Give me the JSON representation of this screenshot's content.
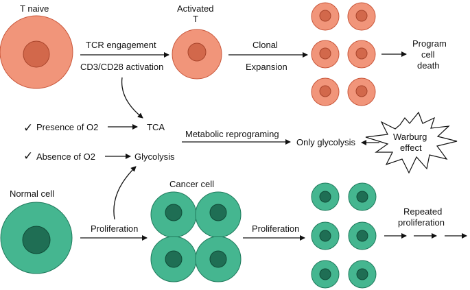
{
  "colors": {
    "t_cell_outer": "#f1957a",
    "t_cell_outer_stroke": "#c9573b",
    "t_cell_nucleus": "#d2684b",
    "t_cell_nucleus_stroke": "#a8442b",
    "cancer_outer": "#45b690",
    "cancer_outer_stroke": "#1f7a5c",
    "cancer_nucleus": "#1f6e54",
    "cancer_nucleus_stroke": "#0f4b37",
    "arrow": "#111111"
  },
  "labels": {
    "t_naive": "T naive",
    "activated_t_line1": "Activated",
    "activated_t_line2": "T",
    "tcr_engagement": "TCR engagement",
    "cd3_cd28": "CD3/CD28 activation",
    "clonal": "Clonal",
    "expansion": "Expansion",
    "program_line1": "Program",
    "program_line2": "cell",
    "program_line3": "death",
    "presence_o2": "Presence of O2",
    "absence_o2": "Absence of O2",
    "tca": "TCA",
    "glycolysis": "Glycolysis",
    "metabolic_reprograming": "Metabolic reprograming",
    "only_glycolysis": "Only glycolysis",
    "warburg_line1": "Warburg",
    "warburg_line2": "effect",
    "normal_cell": "Normal cell",
    "cancer_cell": "Cancer cell",
    "proliferation_1": "Proliferation",
    "proliferation_2": "Proliferation",
    "repeated_line1": "Repeated",
    "repeated_line2": "proliferation"
  },
  "icons": {
    "check": "✓"
  }
}
